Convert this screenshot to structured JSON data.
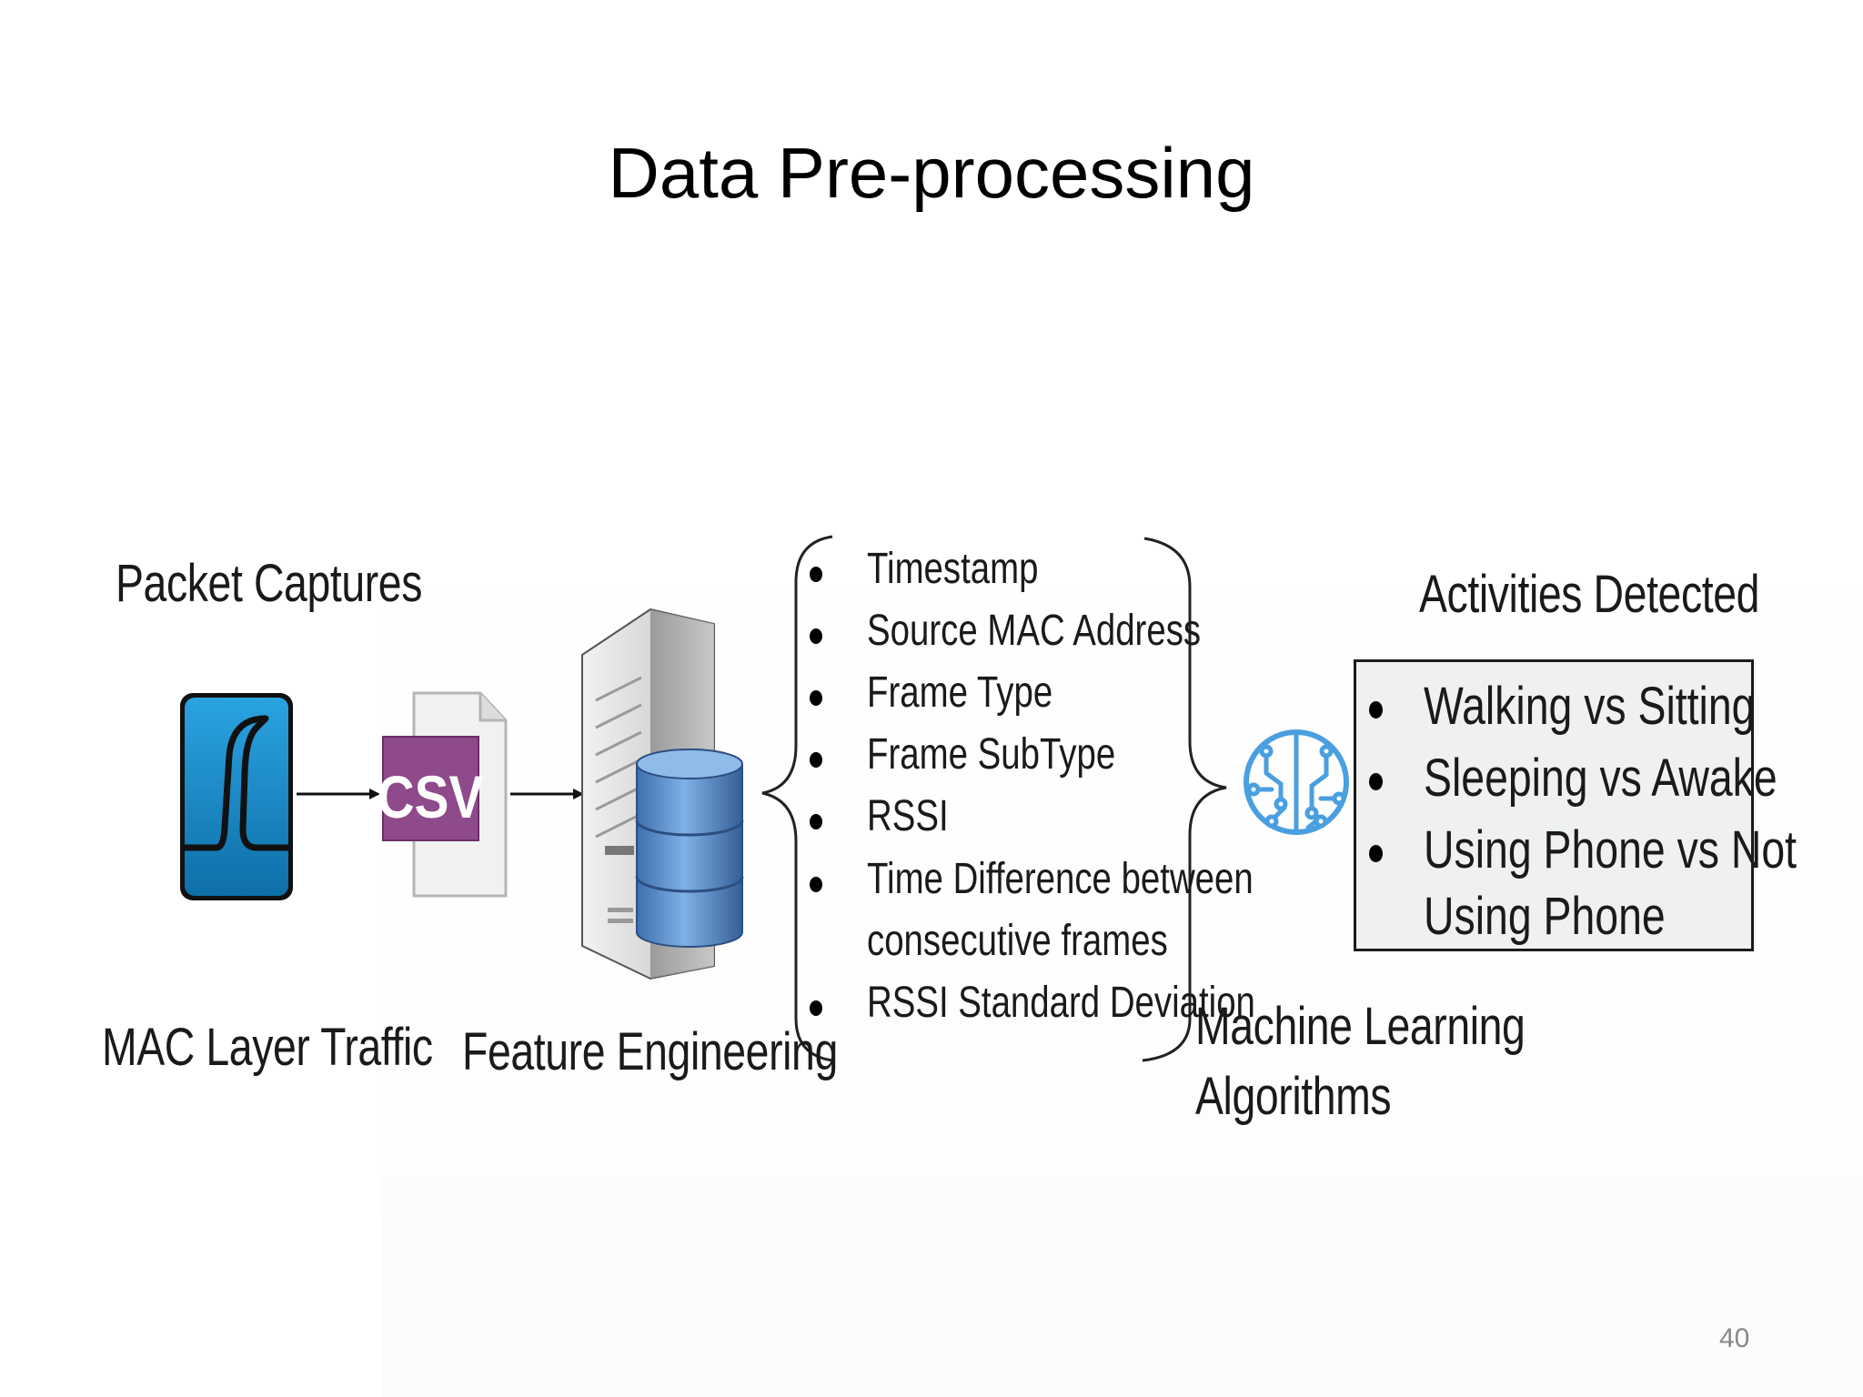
{
  "slide": {
    "title": "Data Pre-processing",
    "page_number": "40"
  },
  "diagram": {
    "stages": {
      "packet_captures": "Packet Captures",
      "mac_layer_traffic": "MAC Layer Traffic",
      "feature_engineering": "Feature Engineering",
      "machine_learning": [
        "Machine Learning",
        "Algorithms"
      ],
      "activities_detected": "Activities Detected"
    },
    "csv_icon_text": "CSV",
    "features": [
      "Timestamp",
      "Source MAC Address",
      "Frame Type",
      "Frame SubType",
      "RSSI",
      "Time Difference between",
      "consecutive frames",
      "RSSI Standard Deviation"
    ],
    "activities": [
      "Walking vs Sitting",
      "Sleeping vs Awake",
      "Using Phone vs Not",
      "Using Phone"
    ],
    "icons": [
      "wireshark-icon",
      "csv-file-icon",
      "server-database-icon",
      "brain-circuit-icon"
    ],
    "colors": {
      "wireshark_blue": "#1a8fd0",
      "csv_purple": "#8e4a8a",
      "database_blue": "#5b8ec8",
      "circuit_blue": "#4a9fe0",
      "activity_box_fill": "#eef0f1"
    }
  }
}
